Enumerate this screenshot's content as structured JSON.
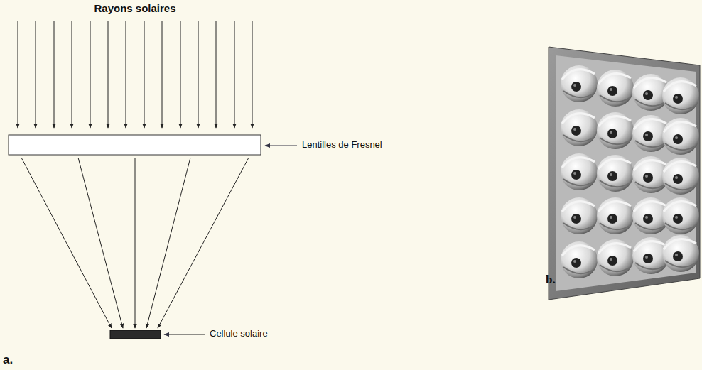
{
  "diagram": {
    "labels": [
      "Rayons solaires",
      "Lentilles de Fresnel",
      "Cellule solaire",
      "a.",
      "b."
    ]
  }
}
